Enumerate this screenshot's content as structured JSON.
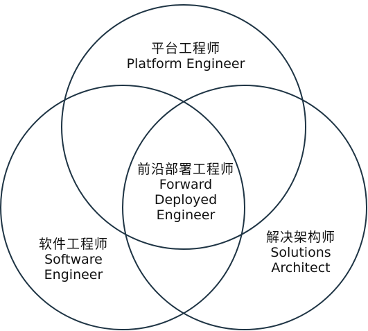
{
  "sets": {
    "platform": {
      "zh": "平台工程师",
      "en": "Platform Engineer"
    },
    "software": {
      "zh": "软件工程师",
      "en": "Software\nEngineer"
    },
    "solutions": {
      "zh": "解决架构师",
      "en": "Solutions\nArchitect"
    },
    "center": {
      "zh": "前沿部署工程师",
      "en": "Forward\nDeployed\nEngineer"
    }
  },
  "colors": {
    "stroke": "#1e3444",
    "text": "#111111",
    "background": "#ffffff"
  }
}
